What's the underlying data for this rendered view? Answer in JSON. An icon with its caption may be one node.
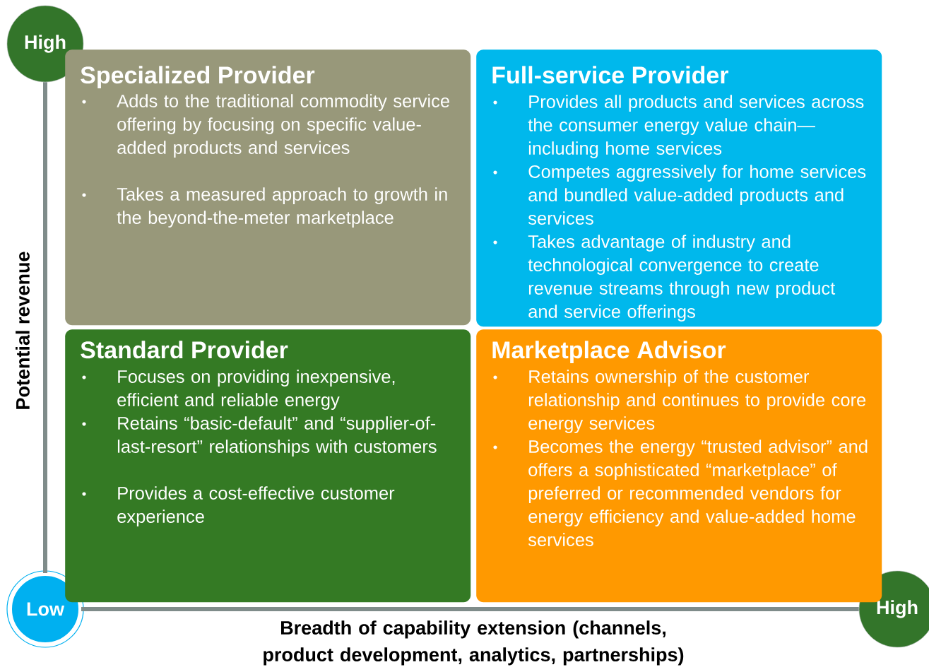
{
  "diagram": {
    "nodes": [
      {
        "text": [
          "High"
        ]
      },
      {
        "text": [
          "Low"
        ]
      },
      {
        "text": [
          "High"
        ]
      },
      {
        "text": [
          "Specialized Provider",
          "Adds to the traditional commodity service offering by focusing on specific value-added products and services",
          "Takes a measured approach to growth in the beyond-the-meter marketplace"
        ]
      },
      {
        "text": [
          "Full-service Provider",
          "Provides all products and services across the consumer energy value chain—including home services",
          "Competes aggressively for home services and bundled value-added products and services",
          "Takes advantage of industry and technological convergence to create revenue streams through new product and service offerings"
        ]
      },
      {
        "text": [
          "Standard Provider",
          "Focuses on providing inexpensive, efficient and reliable energy",
          "Retains “basic-default” and “supplier-of-last-resort” relationships with customers",
          "Provides a cost-effective customer experience"
        ]
      },
      {
        "text": [
          "Marketplace Advisor",
          "Retains ownership of the customer relationship and continues to provide core energy services",
          "Becomes the energy “trusted advisor” and offers a sophisticated “marketplace” of preferred or recommended vendors for energy efficiency and value-added home services"
        ]
      }
    ],
    "edges": [
      {
        "from": 1,
        "to": 0,
        "arrow": "none"
      },
      {
        "from": 1,
        "to": 2,
        "arrow": "none"
      }
    ],
    "labels": [
      "Potential revenue",
      "Breadth of capability extension (channels, product development, analytics, partnerships)"
    ]
  }
}
